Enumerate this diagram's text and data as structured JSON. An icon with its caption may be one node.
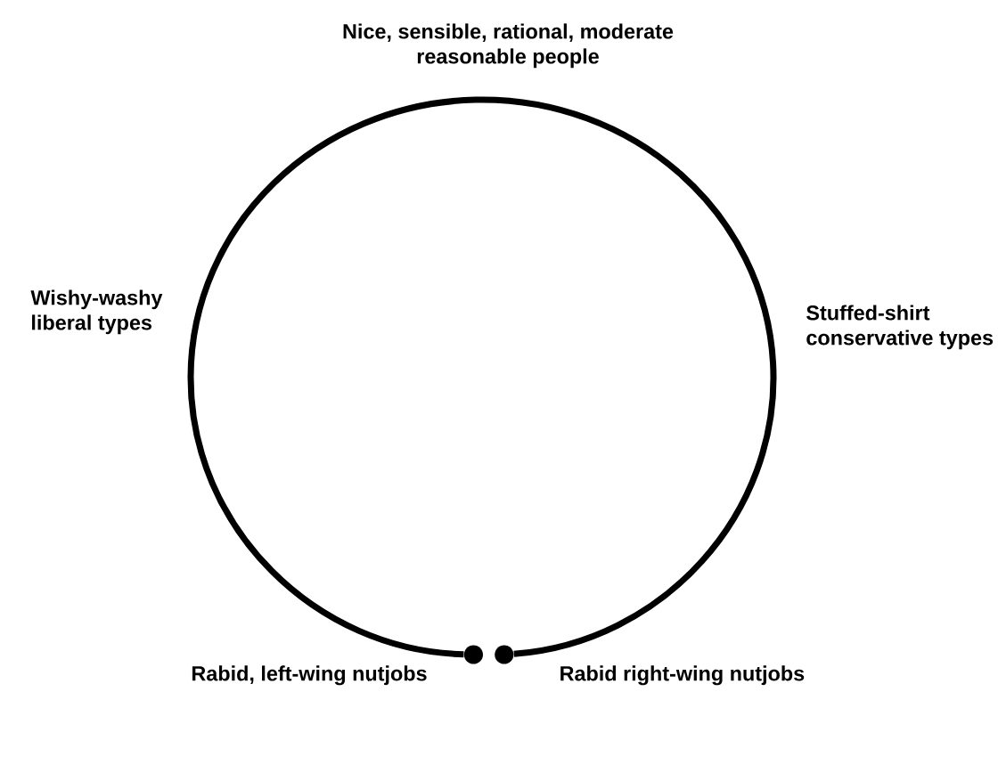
{
  "diagram": {
    "nodes": [
      {
        "text": [],
        "shape": "circle",
        "beside": [
          "Rabid, left-wing nutjobs"
        ]
      },
      {
        "text": [],
        "shape": "circle",
        "beside": [
          "Rabid right-wing nutjobs"
        ]
      }
    ],
    "edges": [
      {
        "from": 0,
        "to": 1,
        "arrow": "none"
      }
    ],
    "labels": [
      "Nice, sensible, rational, moderate reasonable people",
      "Wishy-washy liberal types",
      "Stuffed-shirt conservative types"
    ]
  }
}
